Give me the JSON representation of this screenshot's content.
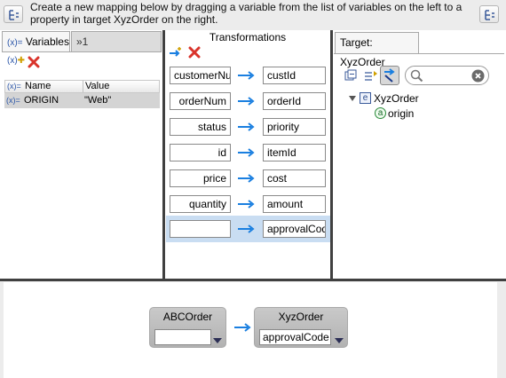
{
  "instructions": "Create a new mapping below by dragging a variable from the list of variables on the left to a property in target XyzOrder on the right.",
  "variables_pane": {
    "tab_label": "Variables",
    "overflow_tab": "»1",
    "columns": {
      "name": "Name",
      "value": "Value"
    },
    "rows": [
      {
        "name": "ORIGIN",
        "value": "\"Web\""
      }
    ]
  },
  "transformations": {
    "title": "Transformations",
    "mappings": [
      {
        "source": "customerNu",
        "target": "custId"
      },
      {
        "source": "orderNum",
        "target": "orderId"
      },
      {
        "source": "status",
        "target": "priority"
      },
      {
        "source": "id",
        "target": "itemId"
      },
      {
        "source": "price",
        "target": "cost"
      },
      {
        "source": "quantity",
        "target": "amount"
      },
      {
        "source": "",
        "target": "approvalCod"
      }
    ]
  },
  "target_pane": {
    "tab_label": "Target: XyzOrder",
    "tree": {
      "root": "XyzOrder",
      "root_badge": "e",
      "child": "origin",
      "child_badge": "a"
    }
  },
  "bottom": {
    "source_node": {
      "title": "ABCOrder",
      "value": ""
    },
    "target_node": {
      "title": "XyzOrder",
      "value": "approvalCode"
    }
  },
  "colors": {
    "arrow": "#1a7fe0",
    "selection": "#c9ddf2",
    "delete": "#d9342b"
  }
}
